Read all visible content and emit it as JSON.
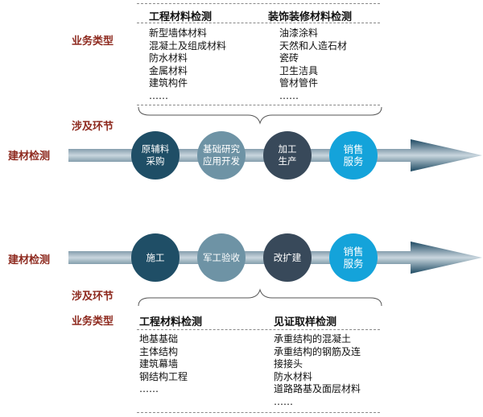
{
  "top": {
    "side_label": "建材检测",
    "type_label": "业务类型",
    "stage_label": "涉及环节",
    "col1": {
      "header": "工程材料检测",
      "items": [
        "新型墙体材料",
        "混凝土及组成材料",
        "防水材料",
        "金属材料",
        "建筑构件",
        "……"
      ]
    },
    "col2": {
      "header": "装饰装修材料检测",
      "items": [
        "油漆涂料",
        "天然和人造石材",
        "瓷砖",
        "卫生洁具",
        "管材管件",
        "……"
      ]
    },
    "circles": [
      {
        "label": "原辅料\n采购",
        "color": "#1f4e66"
      },
      {
        "label": "基础研究\n应用开发",
        "color": "#6e93a5"
      },
      {
        "label": "加工\n生产",
        "color": "#38495a"
      },
      {
        "label": "销售\n服务",
        "color": "#14a3da"
      }
    ]
  },
  "bottom": {
    "side_label": "建材检测",
    "stage_label": "涉及环节",
    "type_label": "业务类型",
    "col1": {
      "header": "工程材料检测",
      "items": [
        "地基基础",
        "主体结构",
        "建筑幕墙",
        "钢结构工程",
        "……"
      ]
    },
    "col2": {
      "header": "见证取样检测",
      "items": [
        "承重结构的混凝土",
        "承重结构的钢筋及连",
        "接接头",
        "防水材料",
        "道路路基及面层材料",
        "……"
      ]
    },
    "circles": [
      {
        "label": "施工",
        "color": "#1f4e66"
      },
      {
        "label": "军工验收",
        "color": "#6e93a5"
      },
      {
        "label": "改扩建",
        "color": "#38495a"
      },
      {
        "label": "销售\n服务",
        "color": "#14a3da"
      }
    ]
  },
  "colors": {
    "arrow_dark": "#1e4a63",
    "arrow_light": "#c9d6de",
    "label_red": "#8e2a1f"
  }
}
